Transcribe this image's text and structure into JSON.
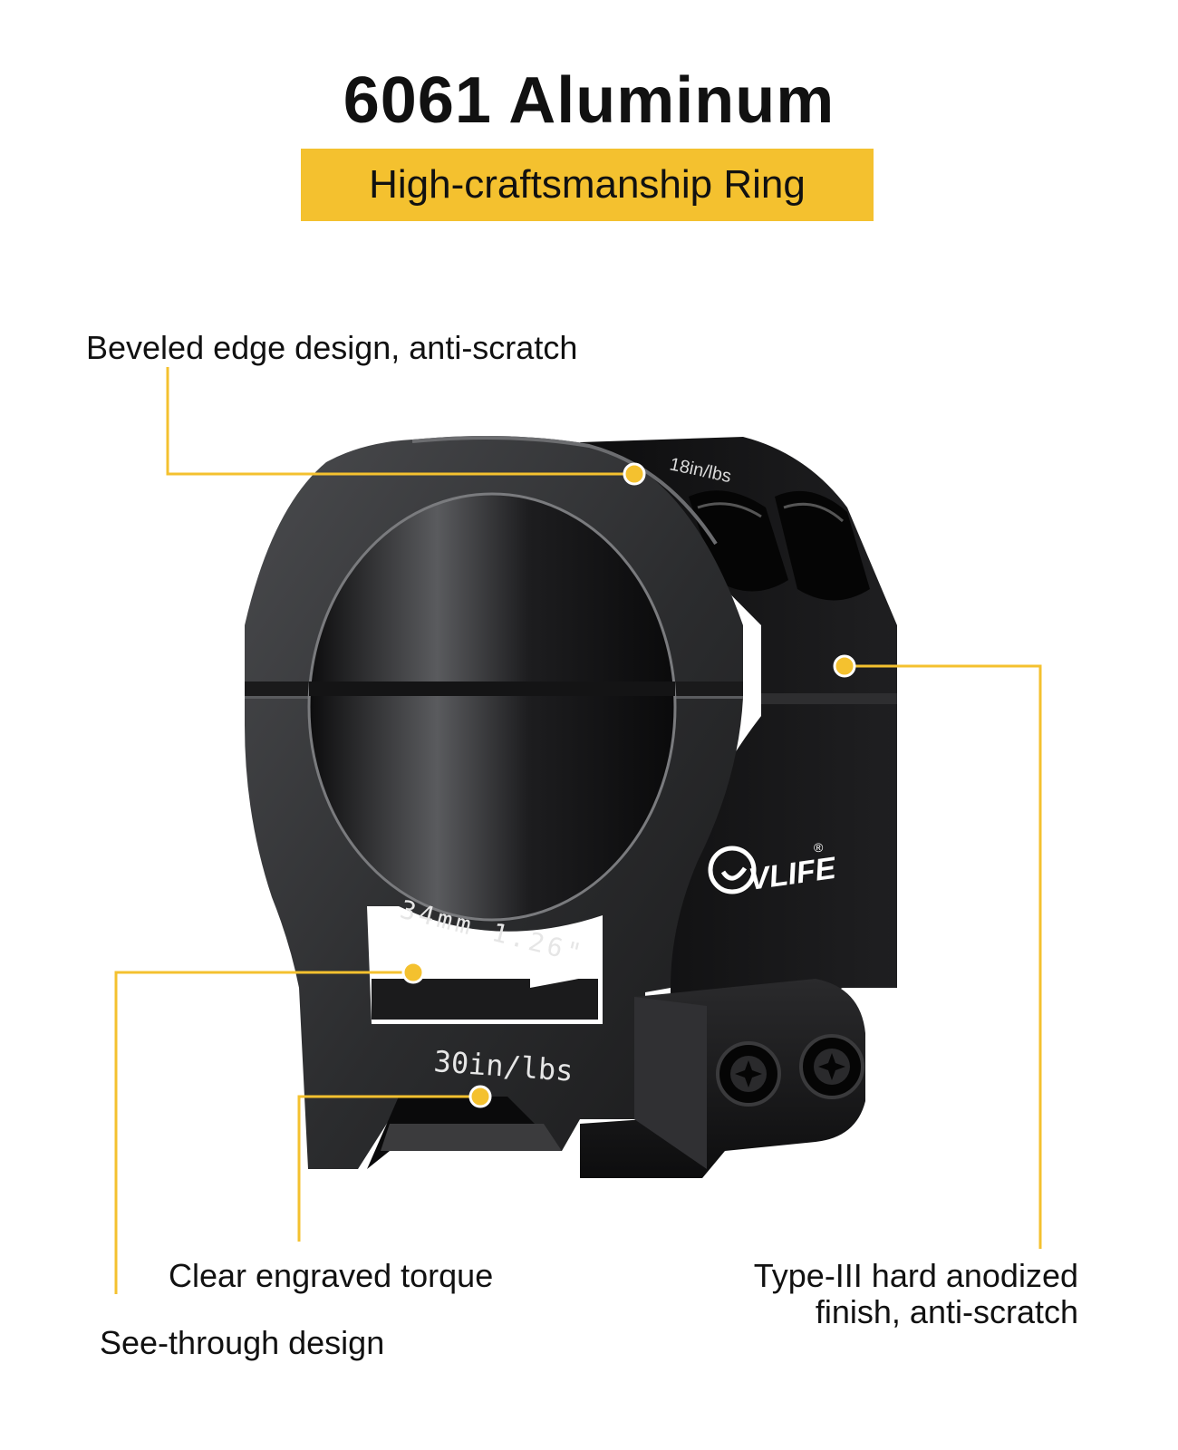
{
  "header": {
    "title": "6061 Aluminum",
    "subtitle": "High-craftsmanship Ring"
  },
  "callouts": {
    "beveled_edge": "Beveled edge design, anti-scratch",
    "engraved_torque": "Clear engraved torque",
    "see_through": "See-through design",
    "anodized_line1": "Type-III hard anodized",
    "anodized_line2": "finish, anti-scratch"
  },
  "engravings": {
    "top_torque": "18in/lbs",
    "size": "34mm 1.26\"",
    "base_torque": "30in/lbs",
    "brand": "VLIFE",
    "registered": "®"
  },
  "colors": {
    "accent": "#f4c12f",
    "metal": "#1e1e1e",
    "text": "#111111"
  }
}
